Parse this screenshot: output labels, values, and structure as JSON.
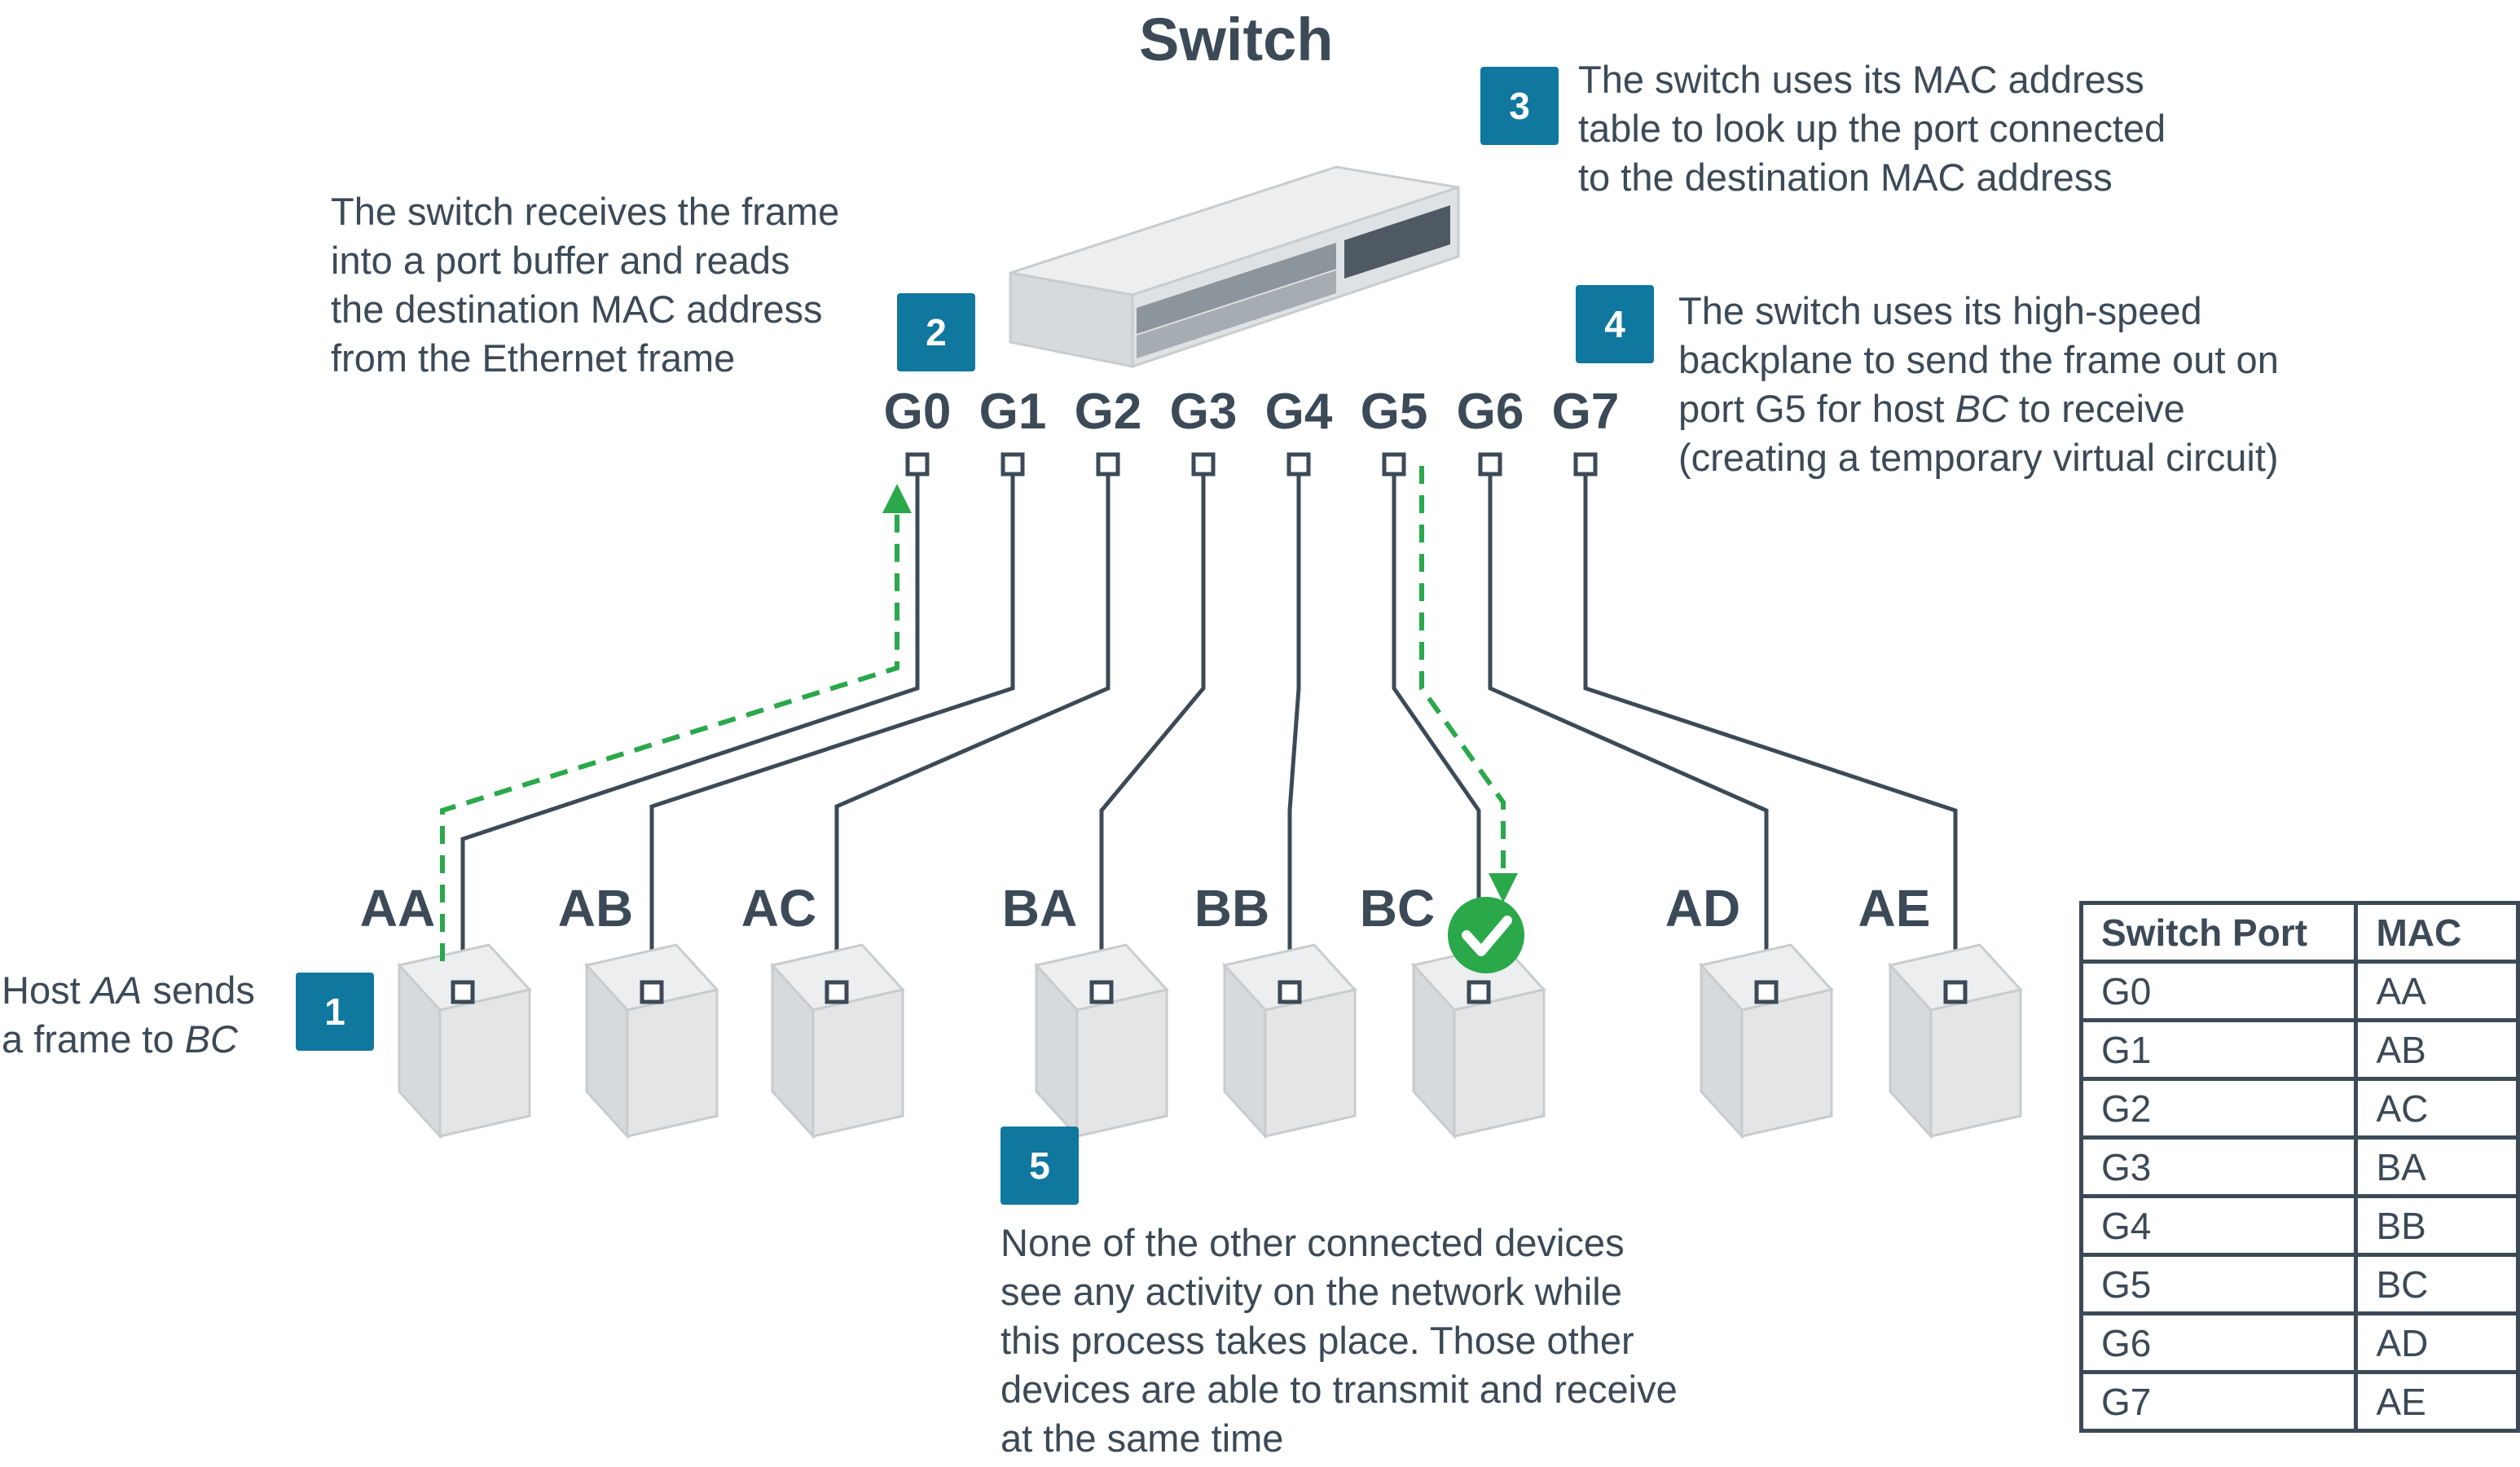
{
  "title": "Switch",
  "ports": [
    "G0",
    "G1",
    "G2",
    "G3",
    "G4",
    "G5",
    "G6",
    "G7"
  ],
  "hosts": [
    "AA",
    "AB",
    "AC",
    "BA",
    "BB",
    "BC",
    "AD",
    "AE"
  ],
  "steps": {
    "step1": {
      "number": "1",
      "line1_pre": "Host ",
      "line1_em": "AA",
      "line1_post": " sends",
      "line2_pre": "a frame to ",
      "line2_em": "BC"
    },
    "step2": {
      "number": "2",
      "lines": [
        "The switch receives the frame",
        "into a port buffer and reads",
        "the destination MAC address",
        "from the Ethernet frame"
      ]
    },
    "step3": {
      "number": "3",
      "lines": [
        "The switch uses its MAC address",
        "table to look up the port connected",
        "to the destination MAC address"
      ]
    },
    "step4": {
      "number": "4",
      "line1": "The switch uses its high-speed",
      "line2": "backplane to send the frame out on",
      "line3_pre": "port G5 for host ",
      "line3_em": "BC",
      "line3_post": " to receive",
      "line4": "(creating a temporary virtual circuit)"
    },
    "step5": {
      "number": "5",
      "lines": [
        "None of the other connected devices",
        "see any activity on the network while",
        "this process takes place. Those other",
        "devices are able to transmit and receive",
        "at the same time"
      ]
    }
  },
  "table": {
    "headers": [
      "Switch Port",
      "MAC"
    ],
    "rows": [
      [
        "G0",
        "AA"
      ],
      [
        "G1",
        "AB"
      ],
      [
        "G2",
        "AC"
      ],
      [
        "G3",
        "BA"
      ],
      [
        "G4",
        "BB"
      ],
      [
        "G5",
        "BC"
      ],
      [
        "G6",
        "AD"
      ],
      [
        "G7",
        "AE"
      ]
    ]
  },
  "colors": {
    "accent": "#10779e",
    "path": "#2aa84a",
    "line": "#3c4a57"
  }
}
